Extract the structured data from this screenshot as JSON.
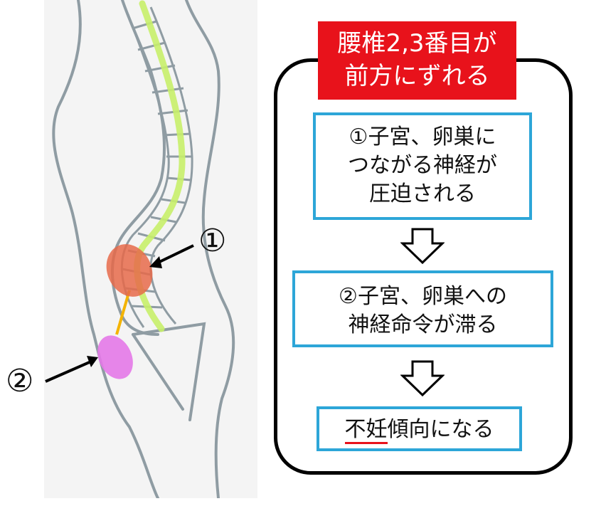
{
  "sketch": {
    "marker1_label": "①",
    "marker2_label": "②",
    "colors": {
      "spine_line": "#c8ef6a",
      "outline": "#8f9ca3",
      "marker1_fill": "#e66a4a",
      "marker2_fill": "#e479e8",
      "connector": "#f4b400"
    }
  },
  "flow": {
    "title_line1": "腰椎2,3番目が",
    "title_line2": "前方にずれる",
    "step1": {
      "line1": "①子宮、卵巣に",
      "line2": "つながる神経が",
      "line3": "圧迫される"
    },
    "step2": {
      "line1": "②子宮、卵巣への",
      "line2": "神経命令が滞る"
    },
    "step3": {
      "underlined": "不妊",
      "rest": "傾向になる"
    },
    "colors": {
      "title_bg": "#e8121b",
      "box_border": "#2da6d8"
    }
  }
}
